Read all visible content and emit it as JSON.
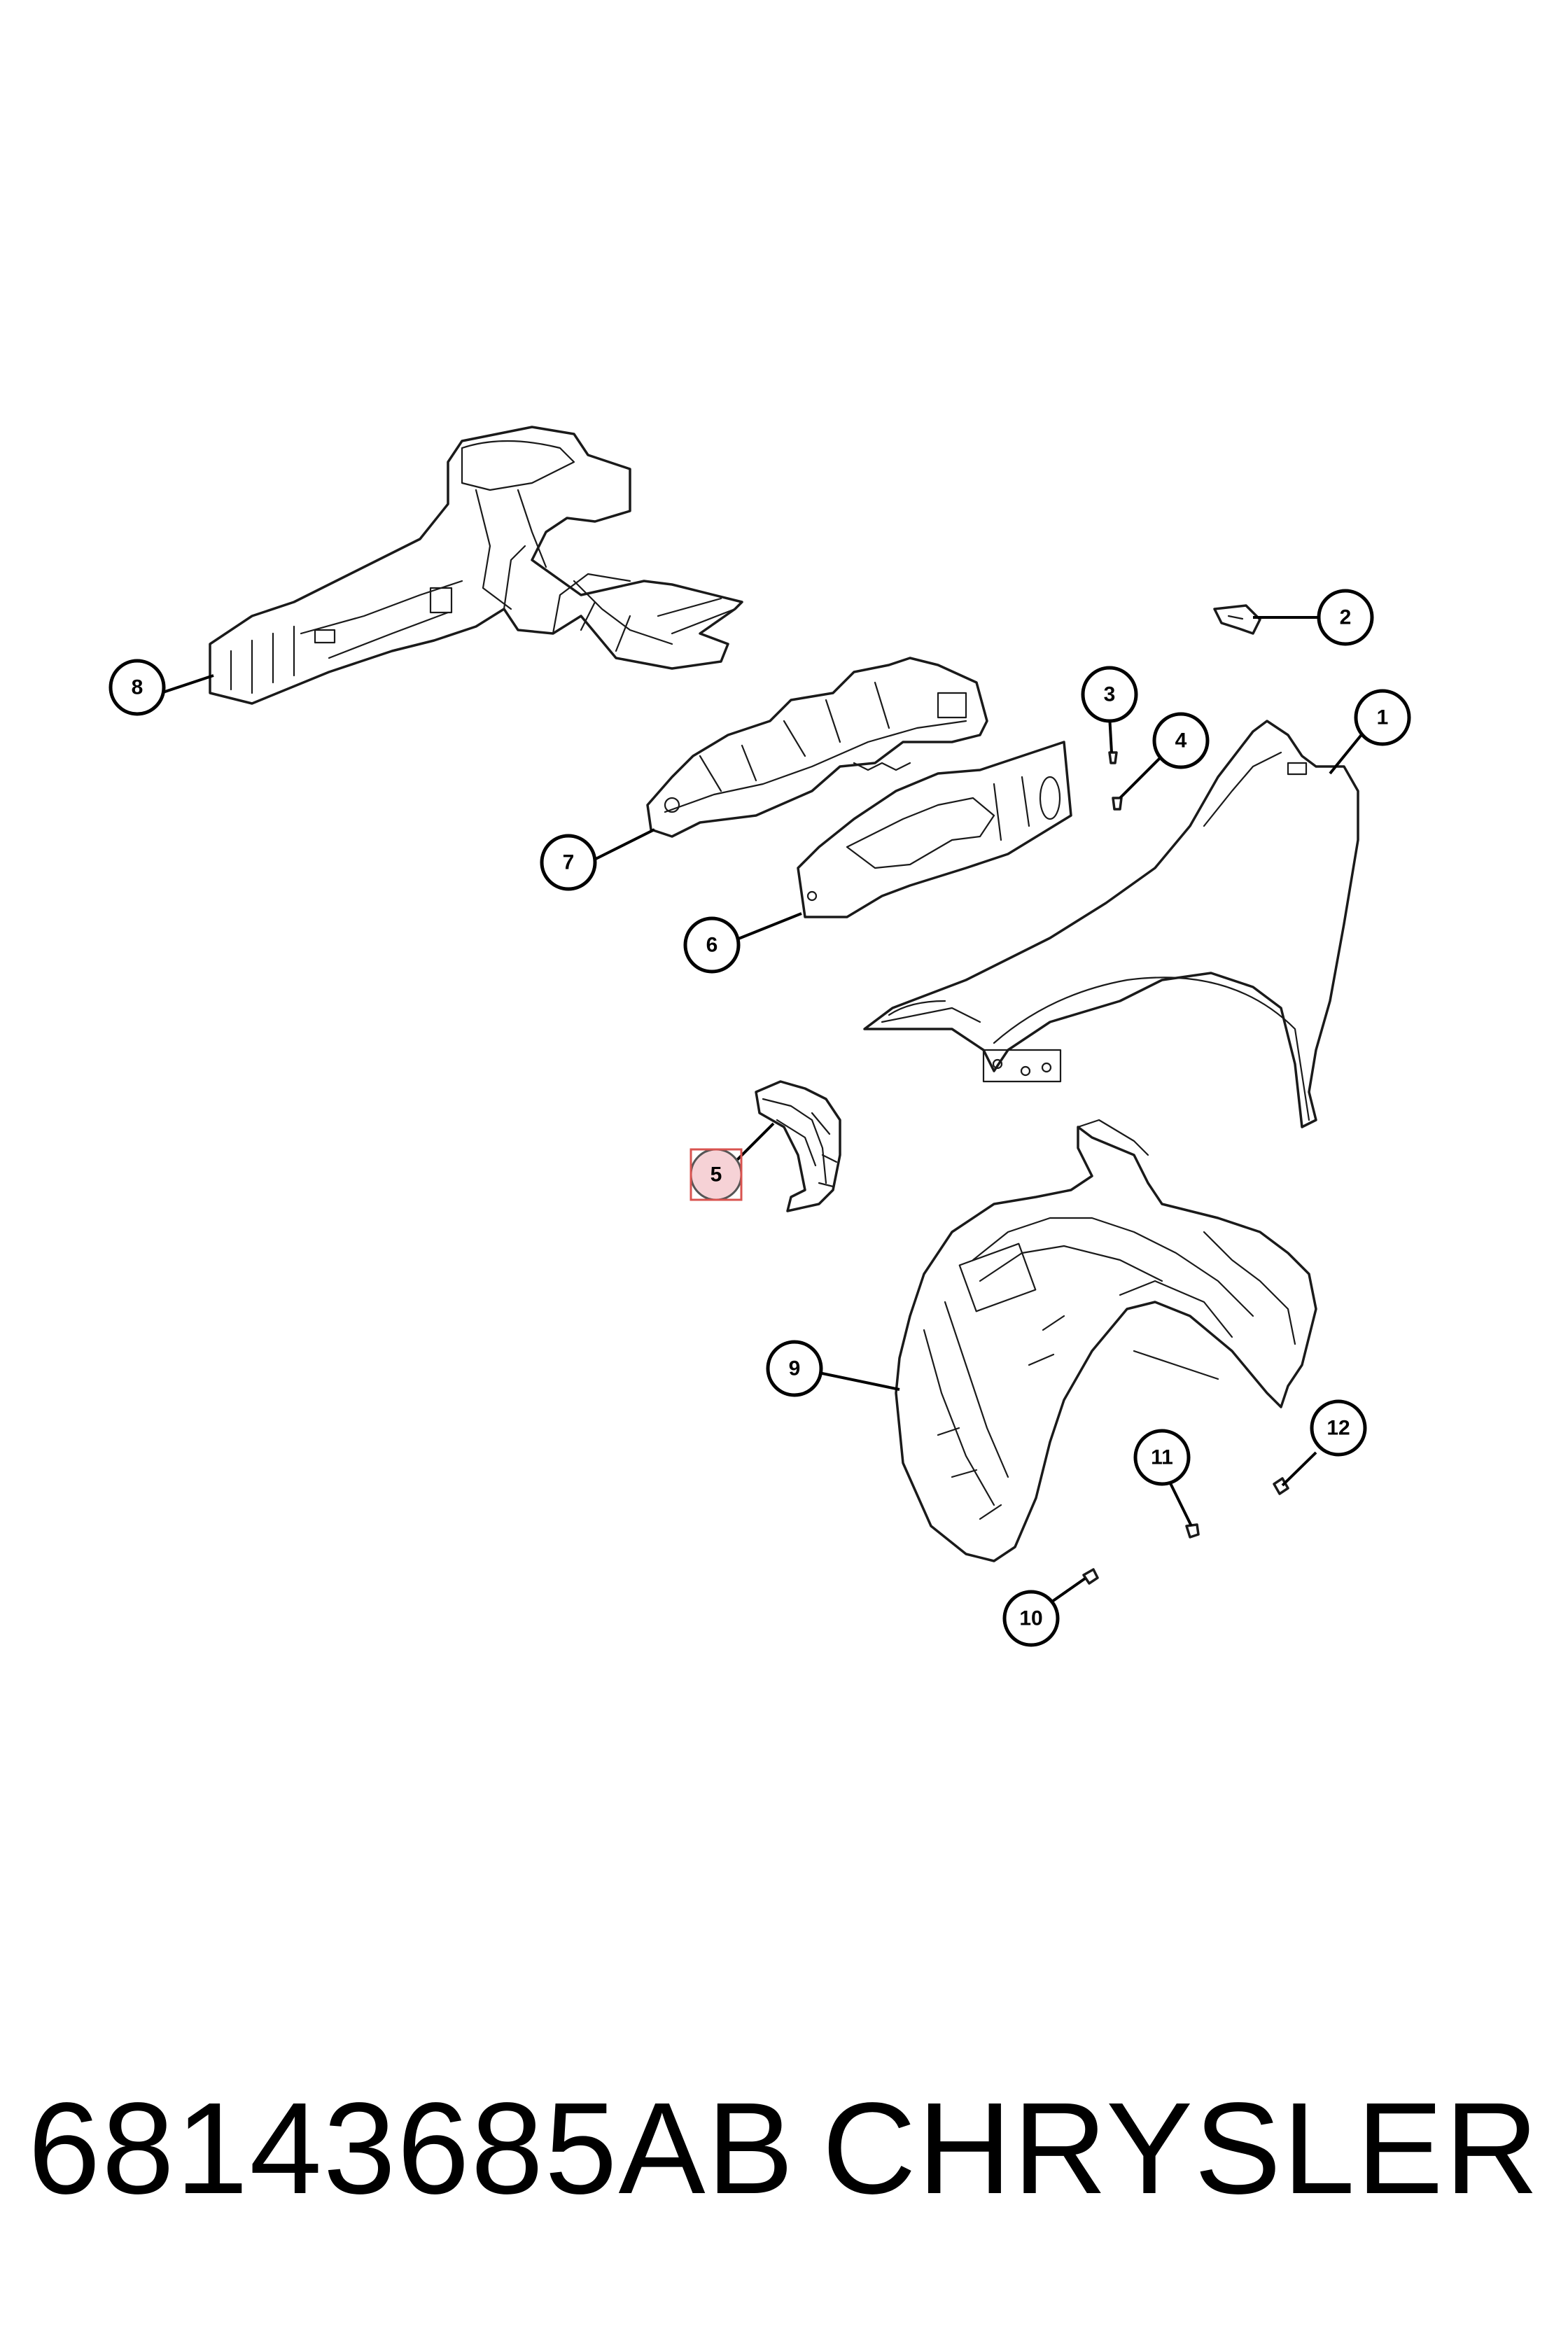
{
  "callouts": [
    "1",
    "2",
    "3",
    "4",
    "5",
    "6",
    "7",
    "8",
    "9",
    "10",
    "11",
    "12"
  ],
  "highlighted_callout": "5",
  "caption": {
    "part_number": "68143685AB",
    "brand": "CHRYSLER"
  },
  "colors": {
    "highlight_fill": "#f6d2d6",
    "highlight_border": "#d9534f",
    "line": "#1a1a1a"
  }
}
